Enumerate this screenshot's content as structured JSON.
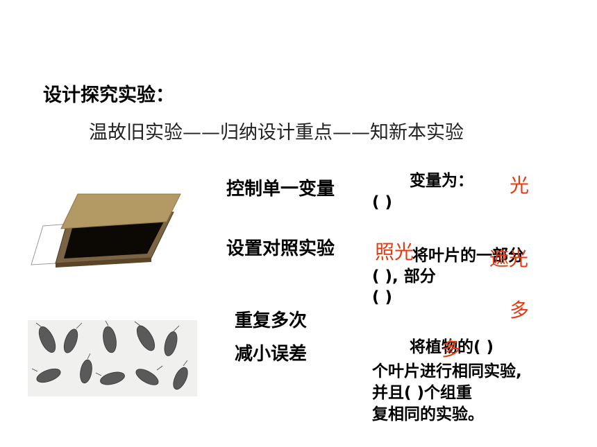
{
  "heading": "设计探究实验：",
  "subtitle": "温故旧实验——归纳设计重点——知新本实验",
  "items": {
    "control_variable": {
      "label": "控制单一变量",
      "prompt_line1": "变量为：",
      "prompt_line2": "(              )",
      "answer": "光"
    },
    "control_group": {
      "label": "设置对照实验",
      "line1": "将叶片的一部分",
      "line2": "(            ), 部分",
      "line3": "(            )",
      "answer1": "照光",
      "answer2": "遮光"
    },
    "repeat": {
      "label_line1": "重复多次",
      "label_line2": "减小误差",
      "line1": "将植物的(       )",
      "line2": "个叶片进行相同实验,",
      "line3": "并且(       )个组重",
      "line4": "复相同的实验。",
      "answer1": "多",
      "answer2": "多"
    }
  },
  "colors": {
    "answer": "#e8380d",
    "card": "#b39a64",
    "tray_dark": "#0c0804",
    "tray_rim": "#6e5838",
    "bug_body": "#5a5a5a",
    "photo_bg": "#f0f0ee"
  }
}
